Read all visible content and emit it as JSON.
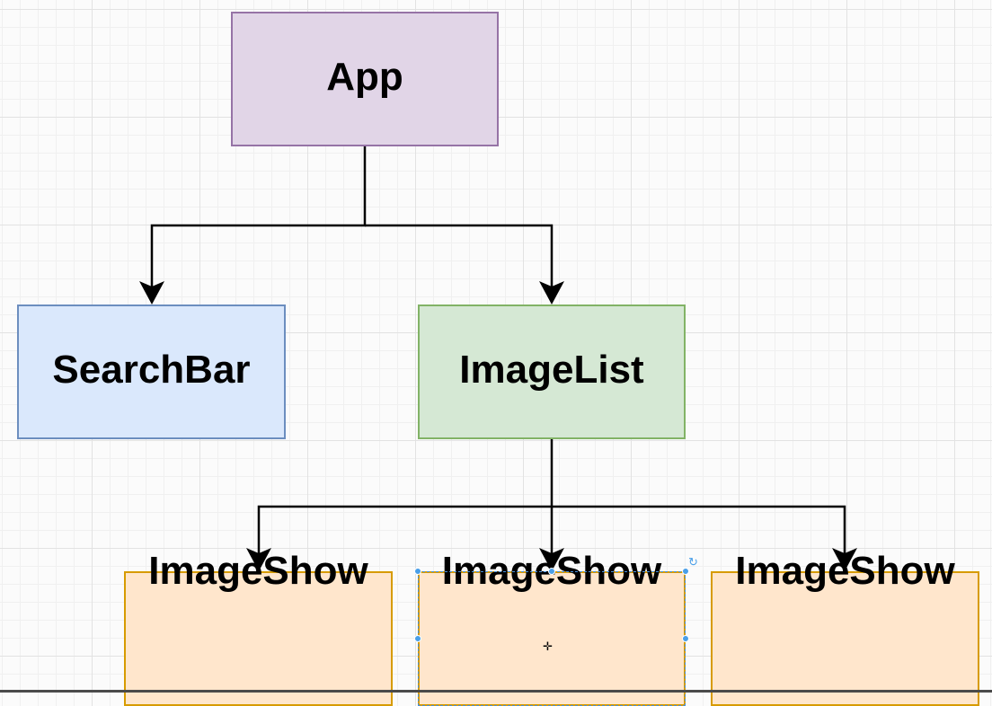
{
  "nodes": {
    "app": {
      "label": "App",
      "fill": "#e1d5e7",
      "stroke": "#9673a6"
    },
    "searchbar": {
      "label": "SearchBar",
      "fill": "#dae8fc",
      "stroke": "#6c8ebf"
    },
    "imagelist": {
      "label": "ImageList",
      "fill": "#d5e8d4",
      "stroke": "#82b366"
    },
    "imageshow_1": {
      "label": "ImageShow",
      "fill": "#ffe6cc",
      "stroke": "#d79b00"
    },
    "imageshow_2": {
      "label": "ImageShow",
      "fill": "#ffe6cc",
      "stroke": "#d79b00"
    },
    "imageshow_3": {
      "label": "ImageShow",
      "fill": "#ffe6cc",
      "stroke": "#d79b00"
    }
  },
  "edges": [
    {
      "from": "app",
      "to": "searchbar"
    },
    {
      "from": "app",
      "to": "imagelist"
    },
    {
      "from": "imagelist",
      "to": "imageshow_1"
    },
    {
      "from": "imagelist",
      "to": "imageshow_2"
    },
    {
      "from": "imagelist",
      "to": "imageshow_3"
    }
  ],
  "selection": {
    "selected_node": "imageshow_2",
    "handle_color": "#4a9fe8"
  },
  "icons": {
    "rotate": "rotate-icon",
    "cursor": "move-cursor-icon"
  }
}
